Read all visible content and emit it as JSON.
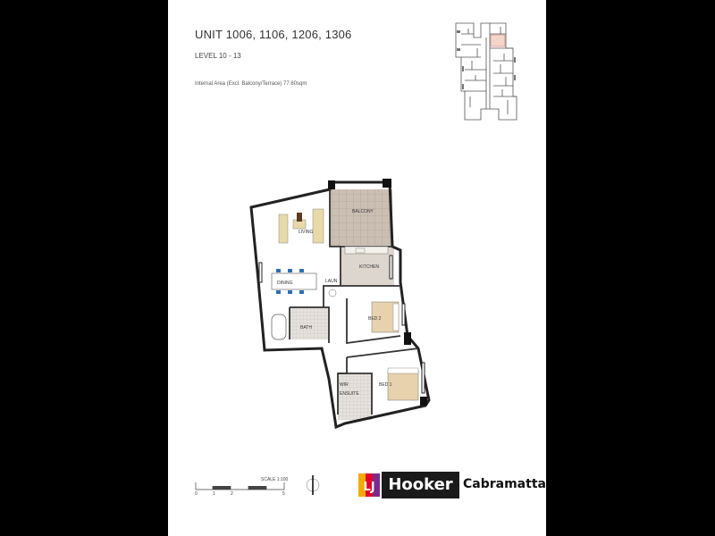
{
  "header": {
    "title": "UNIT 1006, 1106, 1206, 1306",
    "level": "LEVEL 10 - 13",
    "area": "Internal Area (Excl. Balcony/Terrace) 77.60sqm"
  },
  "rooms": {
    "living": "LIVING",
    "balcony": "BALCONY",
    "dining": "DINING",
    "kitchen": "KITCHEN",
    "laundry": "LAUN",
    "bath": "BATH",
    "bed2": "BED 2",
    "bed1": "BED 1",
    "ensuite": "ENSUITE",
    "wir": "WIR"
  },
  "scale": {
    "label": "SCALE 1:100",
    "ticks": [
      "0",
      "1",
      "2",
      "5"
    ]
  },
  "logo": {
    "mark": "LJ",
    "brand": "Hooker",
    "office": "Cabramatta",
    "colors": [
      "#f2a900",
      "#e4002b",
      "#7f2a8b"
    ]
  }
}
